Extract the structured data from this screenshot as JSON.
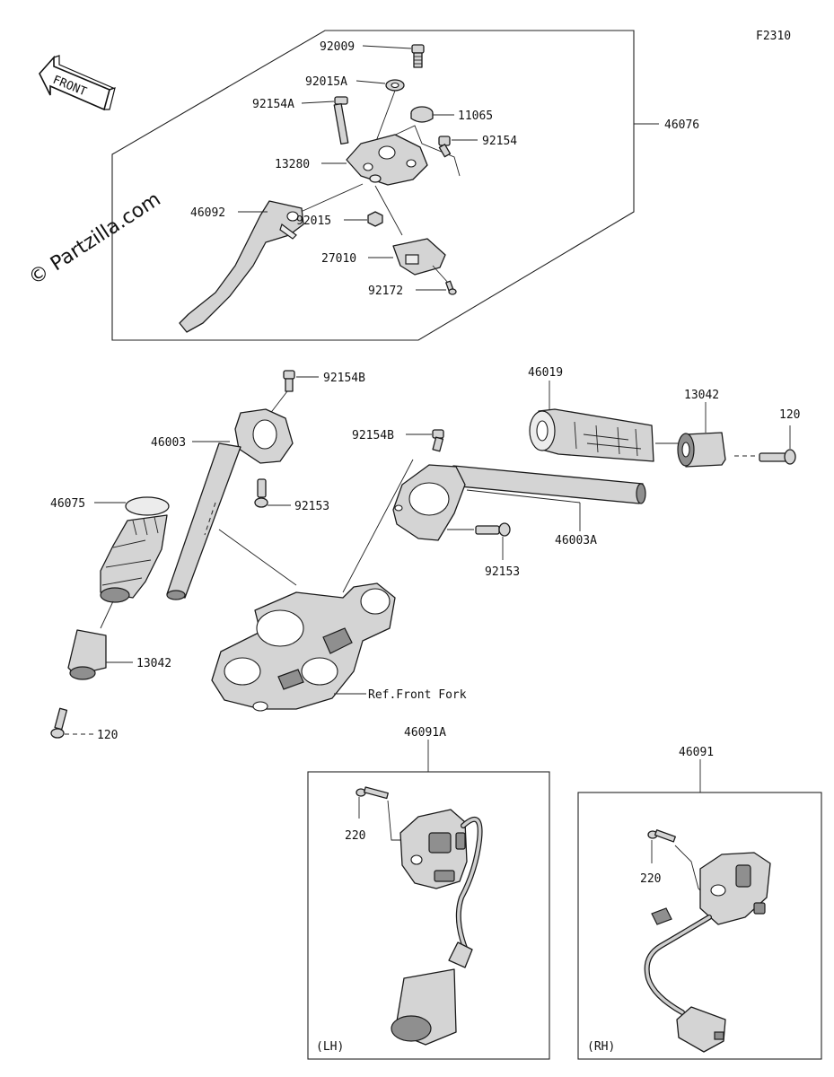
{
  "figure_code": "F2310",
  "watermark": "© Partzilla.com",
  "front_arrow_label": "FRONT",
  "labels": {
    "p92009": "92009",
    "p92015A": "92015A",
    "p92154A": "92154A",
    "p11065": "11065",
    "p92154": "92154",
    "p13280": "13280",
    "p46076": "46076",
    "p46092": "46092",
    "p92015": "92015",
    "p27010": "27010",
    "p92172": "92172",
    "p92154B_left": "92154B",
    "p46003": "46003",
    "p92153_left": "92153",
    "p46075": "46075",
    "p13042_left": "13042",
    "p120_left": "120",
    "p92154B_right": "92154B",
    "p46003A": "46003A",
    "p92153_right": "92153",
    "p46019": "46019",
    "p13042_right": "13042",
    "p120_right": "120",
    "ref_front_fork": "Ref.Front Fork",
    "p46091A": "46091A",
    "p220_left": "220",
    "lh": "(LH)",
    "p46091": "46091",
    "p220_right": "220",
    "rh": "(RH)"
  },
  "icons": [
    "front-arrow-icon"
  ]
}
